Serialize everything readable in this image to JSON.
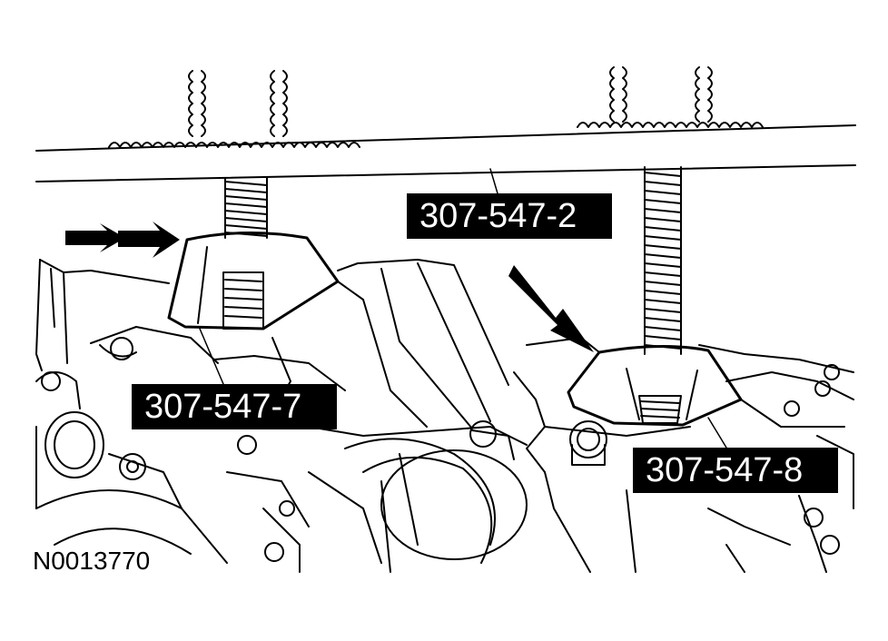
{
  "figure": {
    "id": "N0013770",
    "callouts": {
      "tool_2": "307-547-2",
      "tool_7": "307-547-7",
      "tool_8": "307-547-8"
    },
    "colors": {
      "ink": "#000000",
      "paper": "#ffffff",
      "label_bg": "#000000",
      "label_text": "#ffffff"
    }
  }
}
